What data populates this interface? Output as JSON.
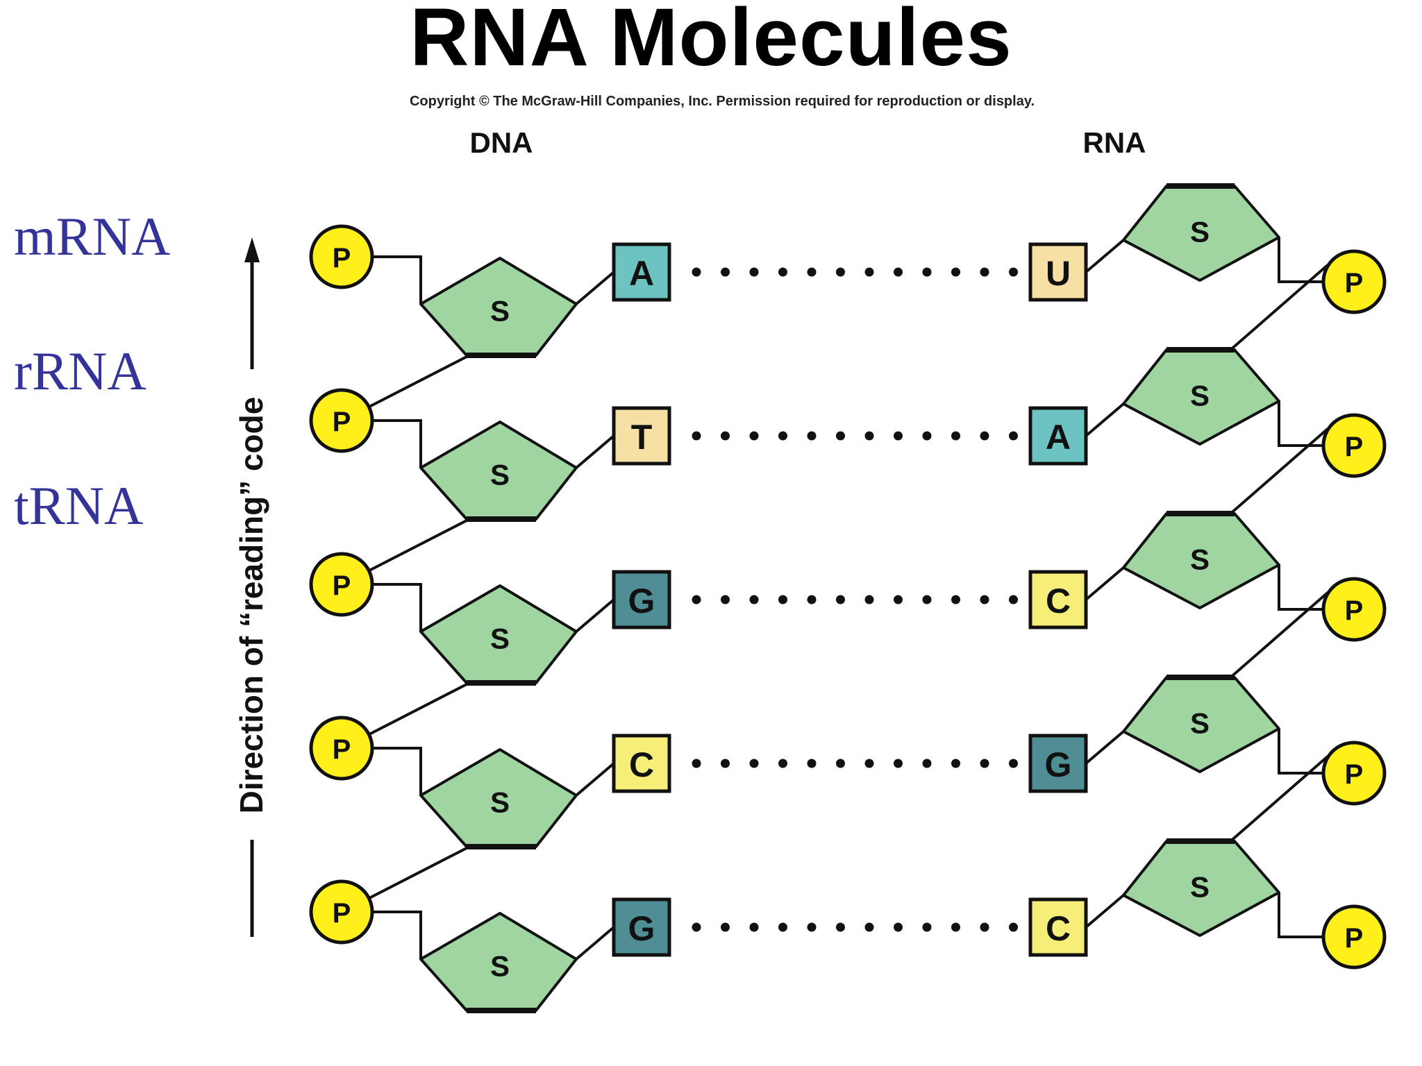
{
  "slide": {
    "title": "RNA Molecules",
    "rna_types": [
      "mRNA",
      "rRNA",
      "tRNA"
    ]
  },
  "figure": {
    "copyright": "Copyright © The McGraw-Hill Companies, Inc. Permission required for reproduction or display.",
    "dna_heading": "DNA",
    "rna_heading": "RNA",
    "direction_label": "Direction of “reading” code",
    "phosphate_label": "P",
    "sugar_label": "S",
    "dna_bases": [
      "A",
      "T",
      "G",
      "C",
      "G"
    ],
    "rna_bases": [
      "U",
      "A",
      "C",
      "G",
      "C"
    ],
    "colors": {
      "phosphate": "#ffef1a",
      "sugar": "#9fd5a1",
      "A": "#6cc3c0",
      "T": "#f7e0a3",
      "U": "#f7e0a3",
      "G": "#4f8e95",
      "C": "#f5ef7a",
      "stroke": "#111111",
      "rna_type_text": "#33339a"
    }
  }
}
